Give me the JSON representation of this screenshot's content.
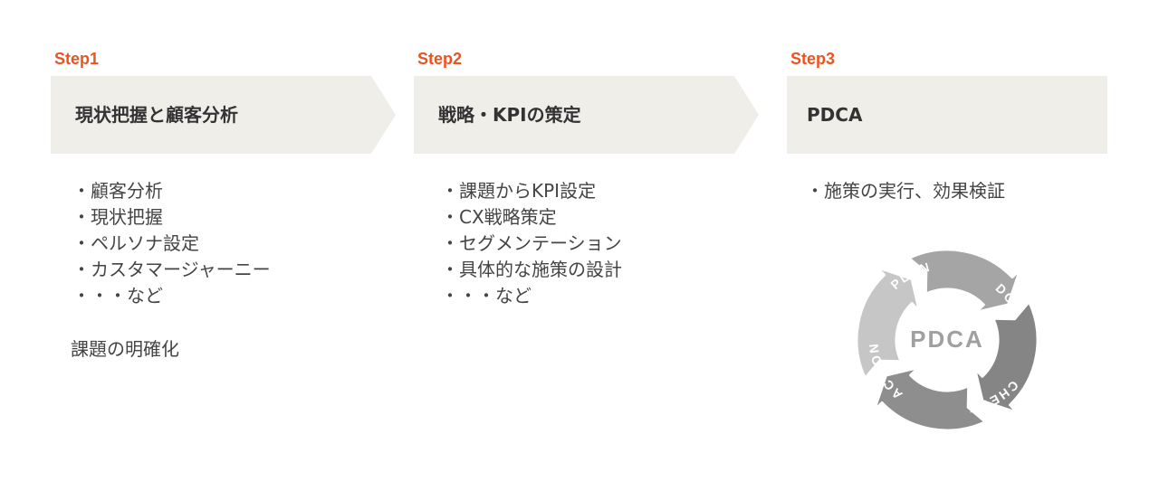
{
  "steps": [
    {
      "label": "Step1",
      "title": "現状把握と顧客分析",
      "items": [
        "・顧客分析",
        "・現状把握",
        "・ペルソナ設定",
        "・カスタマージャーニー",
        "・・・など"
      ],
      "note": "課題の明確化"
    },
    {
      "label": "Step2",
      "title": "戦略・KPIの策定",
      "items": [
        "・課題からKPI設定",
        "・CX戦略策定",
        "・セグメンテーション",
        "・具体的な施策の設計",
        "・・・など"
      ]
    },
    {
      "label": "Step3",
      "title": "PDCA",
      "items": [
        "・施策の実行、効果検証"
      ]
    }
  ],
  "pdca": {
    "center": "PDCA",
    "plan": "PLAN",
    "do": "DO",
    "check": "CHECK",
    "action": "ACTION"
  },
  "colors": {
    "accent": "#e95420",
    "box": "#efeee9",
    "plan": "#c6c6c6",
    "do": "#a5a5a5",
    "check": "#858585",
    "action": "#8e8e8e"
  }
}
